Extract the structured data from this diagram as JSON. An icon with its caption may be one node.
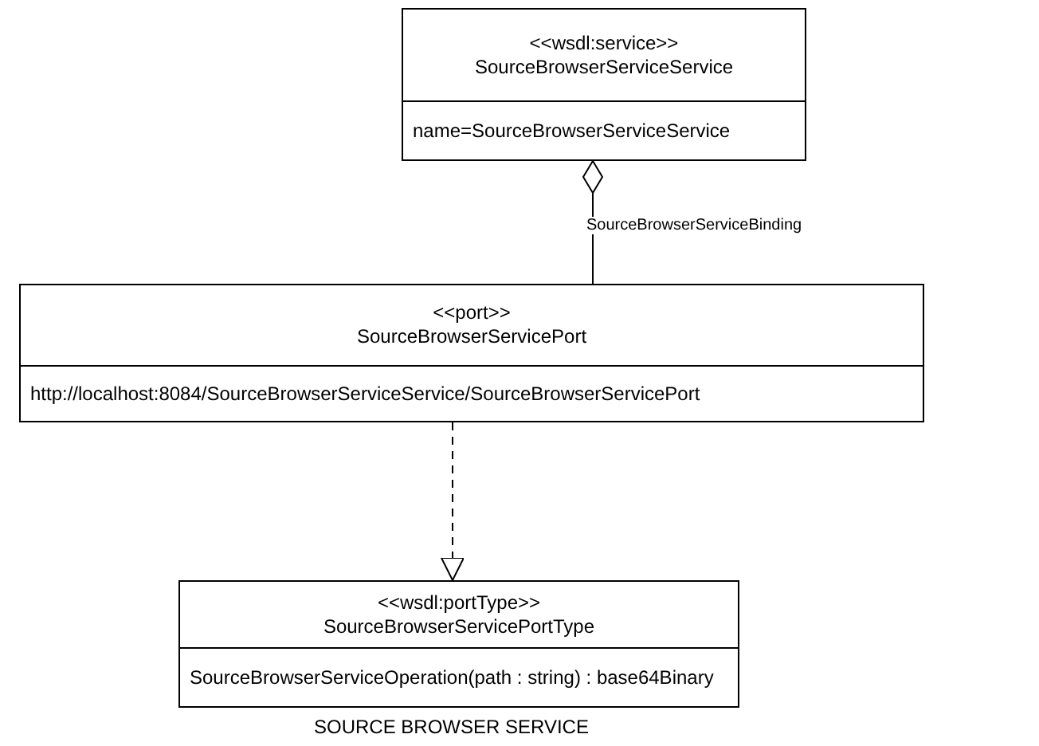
{
  "diagram": {
    "caption": "SOURCE BROWSER SERVICE",
    "nodes": [
      {
        "text": [
          "<<wsdl:service>>",
          "SourceBrowserServiceService",
          "name=SourceBrowserServiceService"
        ]
      },
      {
        "text": [
          "<<port>>",
          "SourceBrowserServicePort",
          "http://localhost:8084/SourceBrowserServiceService/SourceBrowserServicePort"
        ]
      },
      {
        "text": [
          "<<wsdl:portType>>",
          "SourceBrowserServicePortType",
          "SourceBrowserServiceOperation(path : string) : base64Binary"
        ]
      }
    ],
    "edges": [
      {
        "from": 1,
        "to": 0,
        "arrow": "other",
        "label": "SourceBrowserServiceBinding"
      },
      {
        "from": 1,
        "to": 2,
        "arrow": "to",
        "style": "dashed"
      }
    ]
  }
}
